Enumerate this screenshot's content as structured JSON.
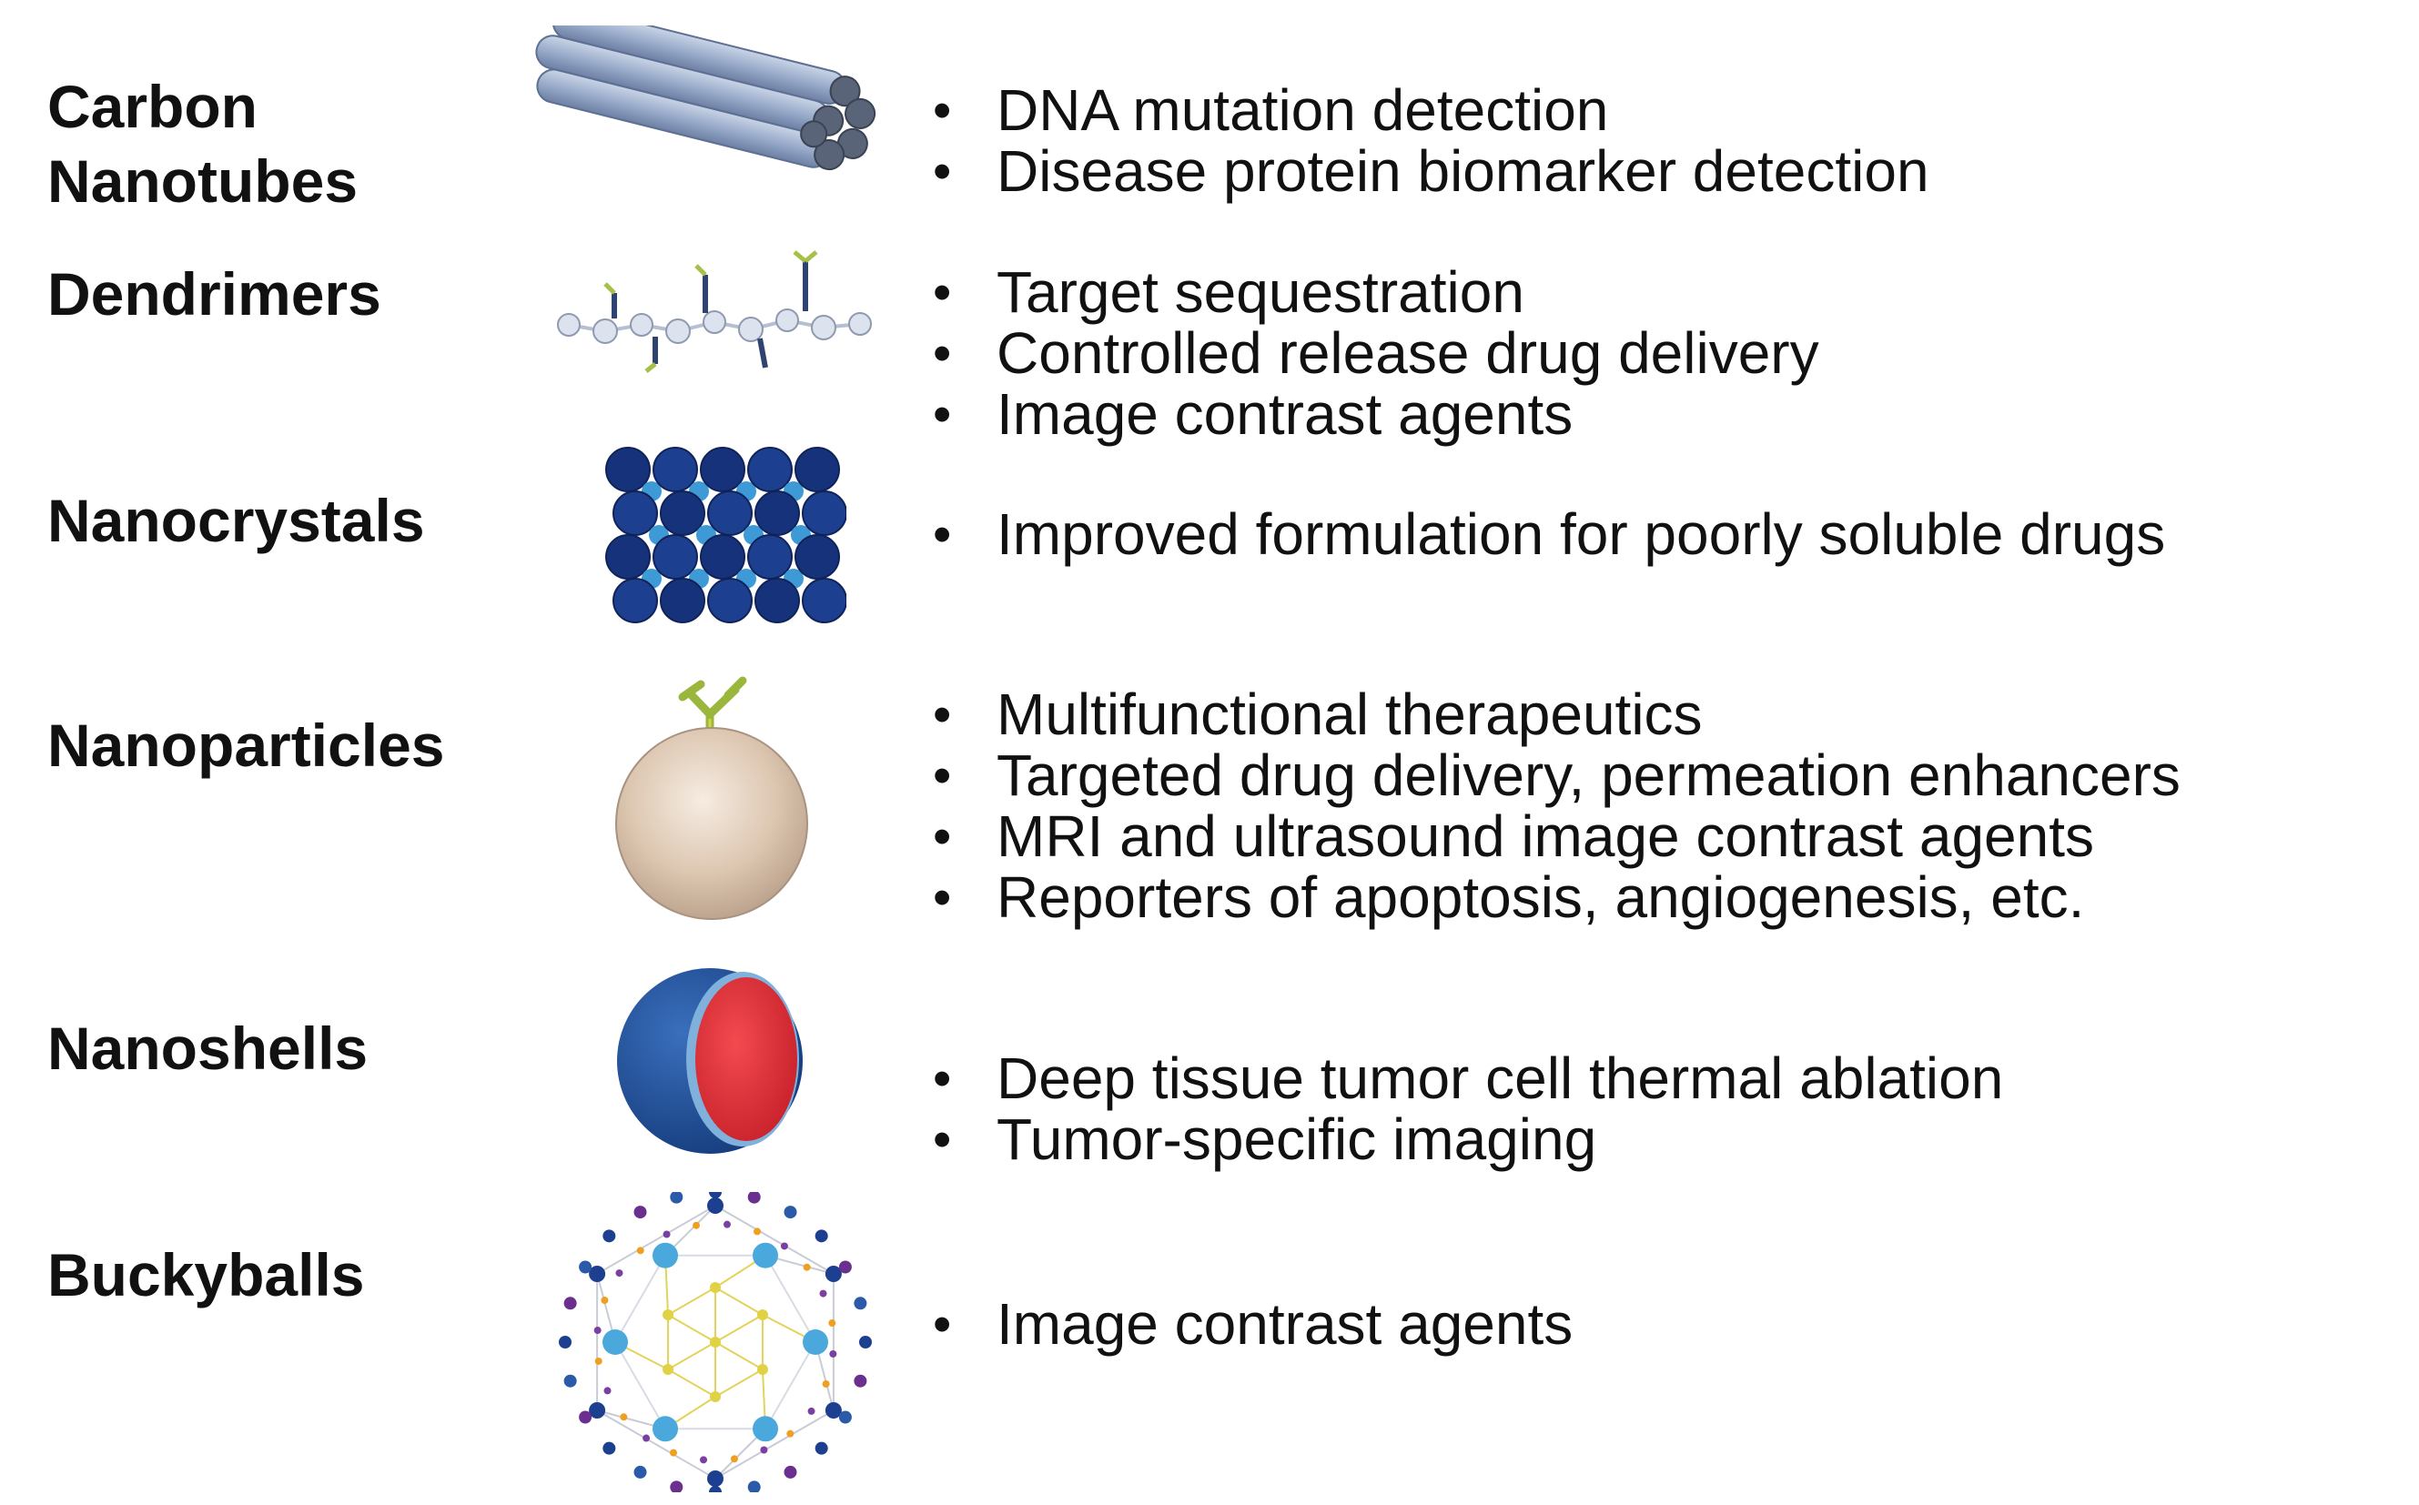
{
  "rows": [
    {
      "name_lines": [
        "Carbon",
        "Nanotubes"
      ],
      "icon": "carbon-nanotubes-icon",
      "bullets": [
        "DNA mutation detection",
        "Disease protein biomarker detection"
      ]
    },
    {
      "name_lines": [
        "Dendrimers"
      ],
      "icon": "dendrimer-icon",
      "bullets": [
        "Target sequestration",
        "Controlled release drug delivery",
        "Image contrast agents"
      ]
    },
    {
      "name_lines": [
        "Nanocrystals"
      ],
      "icon": "nanocrystal-icon",
      "bullets": [
        "Improved formulation for poorly soluble drugs"
      ]
    },
    {
      "name_lines": [
        "Nanoparticles"
      ],
      "icon": "nanoparticle-icon",
      "bullets": [
        "Multifunctional therapeutics",
        "Targeted drug delivery, permeation enhancers",
        "MRI and ultrasound image contrast agents",
        "Reporters of apoptosis, angiogenesis, etc."
      ]
    },
    {
      "name_lines": [
        "Nanoshells"
      ],
      "icon": "nanoshell-icon",
      "bullets": [
        "Deep tissue tumor cell thermal ablation",
        "Tumor-specific imaging"
      ]
    },
    {
      "name_lines": [
        "Buckyballs"
      ],
      "icon": "buckyball-icon",
      "bullets": [
        "Image contrast agents"
      ]
    }
  ],
  "colors": {
    "text": "#111111",
    "nanotube": "#9aaccb",
    "crystal": "#1d3f8f",
    "particle": "#d9c3ad",
    "shell_outer": "#1f4e96",
    "shell_inner": "#e5323a",
    "antibody": "#a6c04a"
  }
}
